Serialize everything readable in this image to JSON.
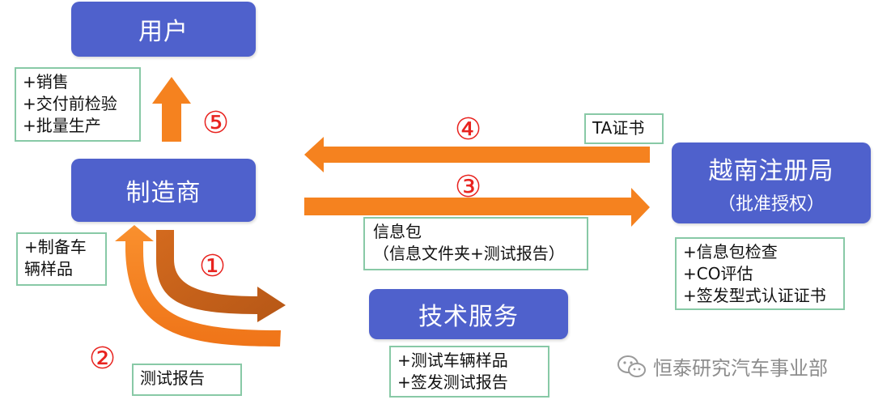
{
  "nodes": {
    "user": "用户",
    "manufacturer": "制造商",
    "registry_title": "越南注册局",
    "registry_sub": "（批准授权）",
    "tech_service": "技术服务"
  },
  "notes": {
    "manufacturer_tasks": [
      "+销售",
      "+交付前检验",
      "+批量生产"
    ],
    "ta_certificate": "TA证书",
    "info_package": [
      "信息包",
      "（信息文件夹+测试报告）"
    ],
    "vehicle_samples": [
      "+制备车",
      "辆样品"
    ],
    "registry_tasks": [
      "+信息包检查",
      "+CO评估",
      "+签发型式认证证书"
    ],
    "tech_tasks": [
      "+测试车辆样品",
      "+签发测试报告"
    ],
    "test_report": "测试报告"
  },
  "steps": [
    "①",
    "②",
    "③",
    "④",
    "⑤"
  ],
  "watermark": "恒泰研究汽车事业部",
  "colors": {
    "box": "#4f61cc",
    "arrow": "#f5821f",
    "arrow_dark": "#c8641c",
    "step": "#e8231f",
    "note_border": "#88c9a6"
  }
}
